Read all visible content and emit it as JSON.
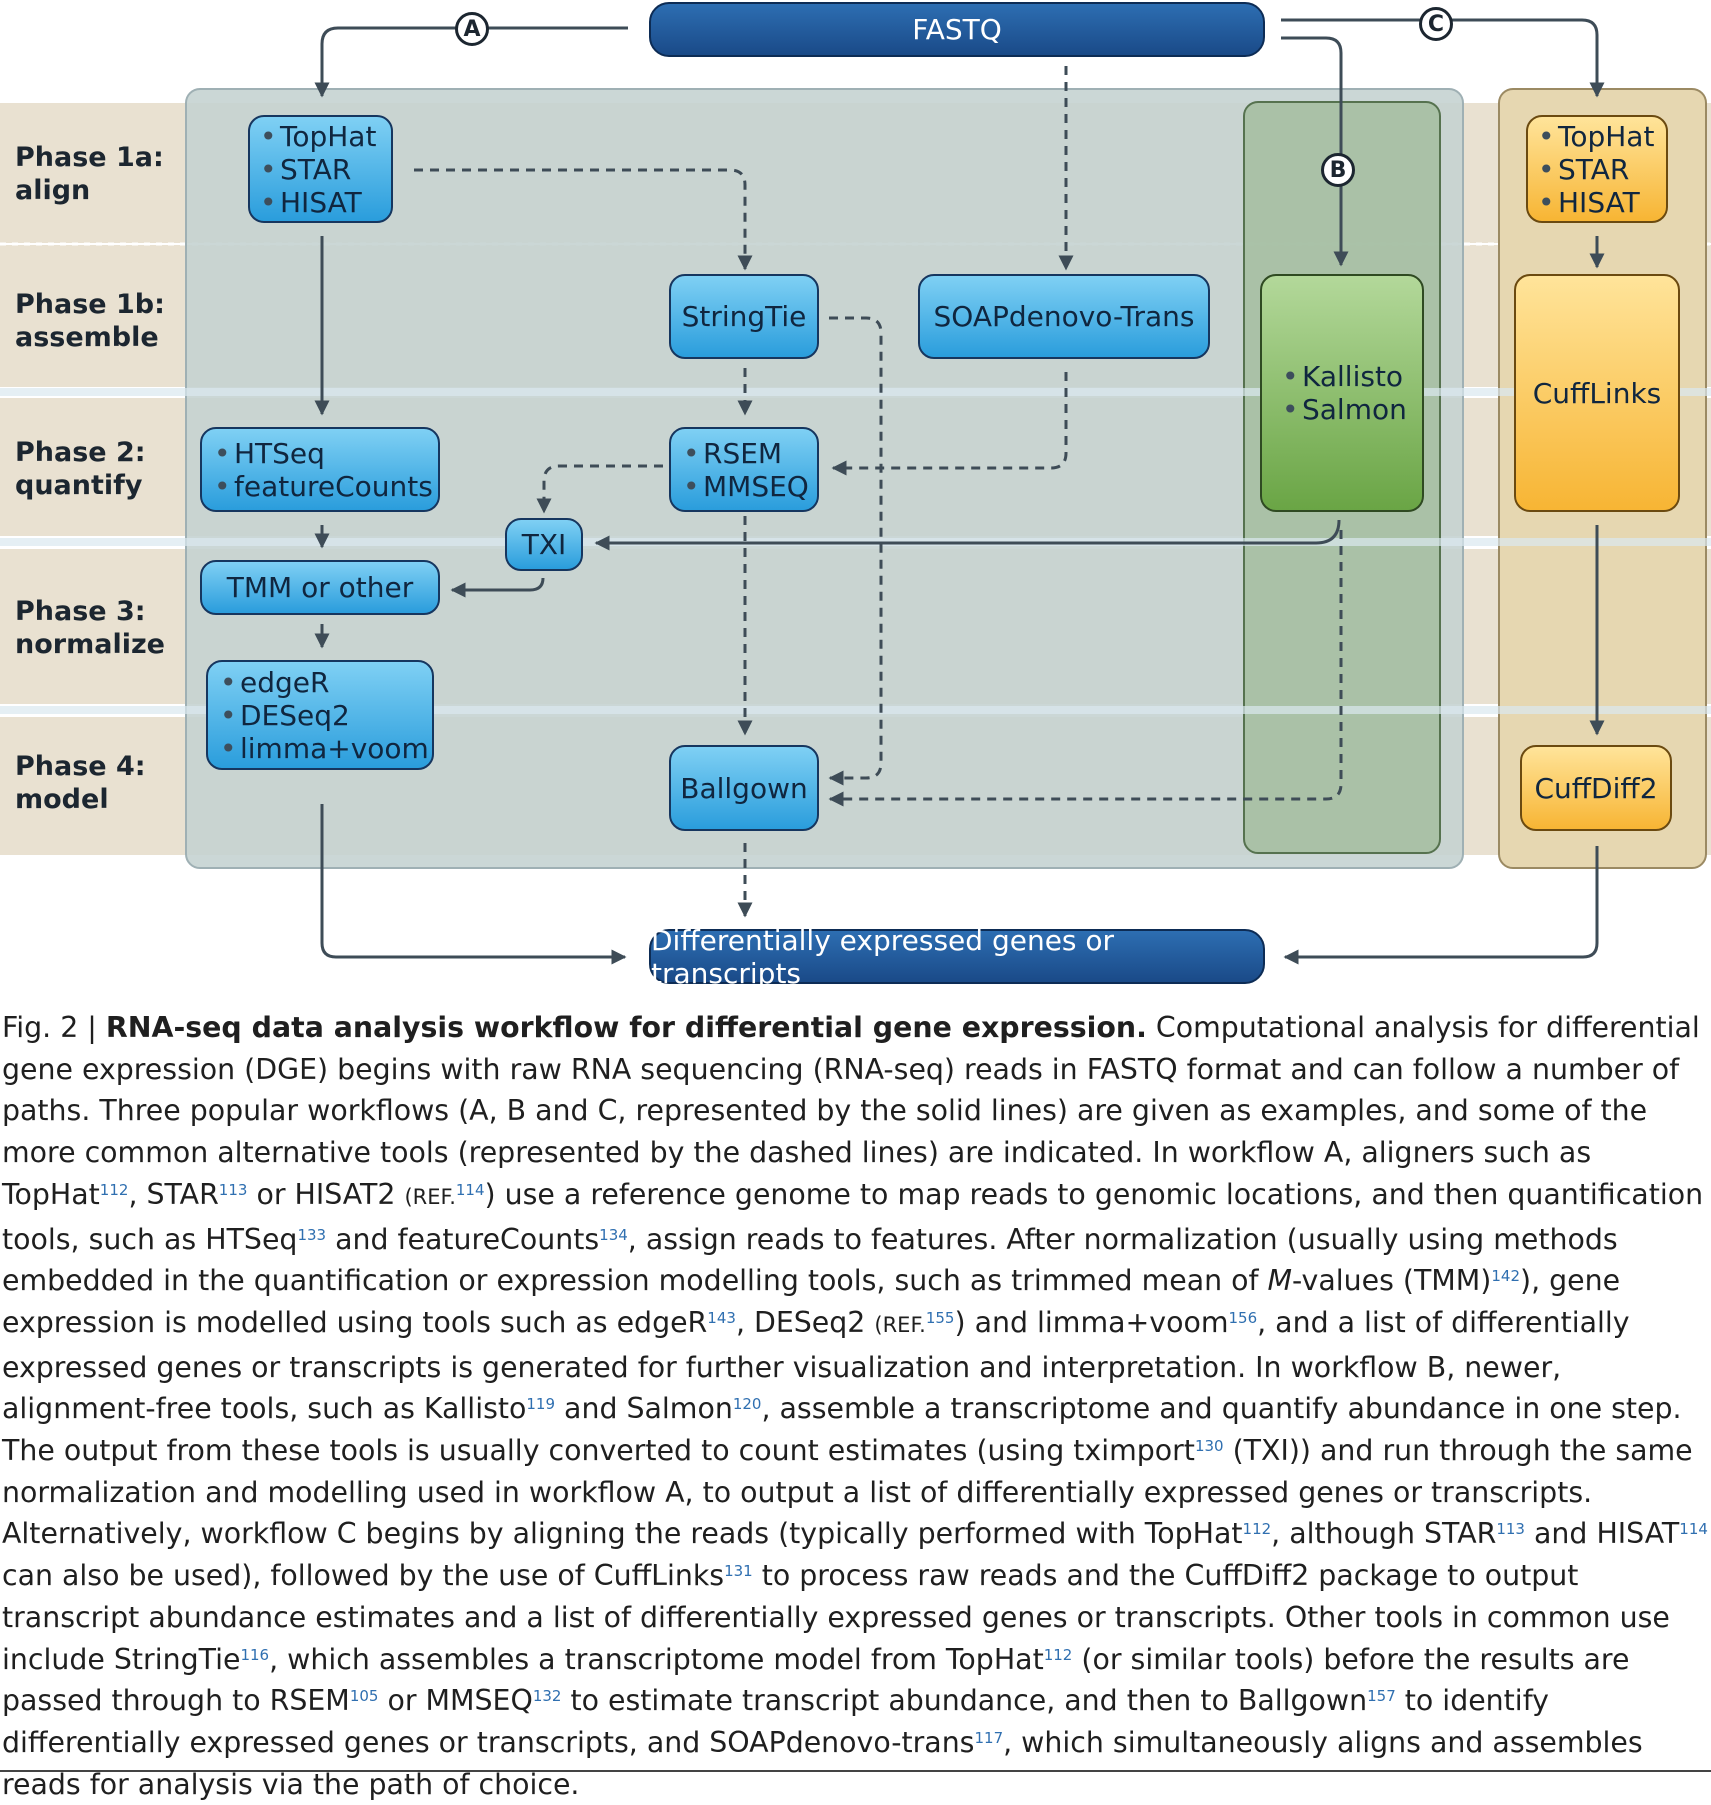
{
  "diagram": {
    "fastq": "FASTQ",
    "output": "Differentially expressed genes or transcripts",
    "phases": [
      {
        "title": "Phase 1a:",
        "sub": "align"
      },
      {
        "title": "Phase 1b:",
        "sub": "assemble"
      },
      {
        "title": "Phase 2:",
        "sub": "quantify"
      },
      {
        "title": "Phase 3:",
        "sub": "normalize"
      },
      {
        "title": "Phase 4:",
        "sub": "model"
      }
    ],
    "badges": {
      "a": "A",
      "b": "B",
      "c": "C"
    },
    "workflow_a": {
      "aligners": [
        "TopHat",
        "STAR",
        "HISAT"
      ],
      "quantify": [
        "HTSeq",
        "featureCounts"
      ],
      "txi": "TXI",
      "normalize": "TMM or other",
      "model": [
        "edgeR",
        "DESeq2",
        "limma+voom"
      ]
    },
    "alternatives": {
      "stringtie": "StringTie",
      "soapdenovo": "SOAPdenovo-Trans",
      "quantify": [
        "RSEM",
        "MMSEQ"
      ],
      "ballgown": "Ballgown"
    },
    "workflow_b": {
      "tools": [
        "Kallisto",
        "Salmon"
      ]
    },
    "workflow_c": {
      "aligners": [
        "TopHat",
        "STAR",
        "HISAT"
      ],
      "cufflinks": "CuffLinks",
      "cuffdiff": "CuffDiff2"
    },
    "colors": {
      "band": "#e9e1d1",
      "panel_a": "#c6d2d0",
      "panel_b": "#9cb89a",
      "panel_c": "#e8d8b0",
      "node_blue": "#2a9ddc",
      "node_green": "#6aa545",
      "node_orange": "#f7b534",
      "pill": "#1a4a88",
      "line": "#3e4c57"
    }
  },
  "caption": {
    "fig": "Fig. 2 | ",
    "title": "RNA-seq data analysis workflow for differential gene expression.",
    "text1": " Computational analysis for differential gene expression (DGE) begins with raw RNA sequencing (RNA-seq) reads in FASTQ format and can follow a number of paths. Three popular workflows (A, B and C, represented by the solid lines) are given as examples, and some of the more common alternative tools (represented by the dashed lines) are indicated. In workflow A, aligners such as TopHat",
    "r112a": "112",
    "text2": ", STAR",
    "r113a": "113",
    "text3": " or HISAT2 ",
    "ref114": "(REF.",
    "r114": "114",
    "text4": ") use a reference genome to map reads to genomic locations, and then quantification tools, such as HTSeq",
    "r133": "133",
    "text5": " and featureCounts",
    "r134": "134",
    "text6": ", assign reads to features. After normalization (usually using methods embedded in the quantification or expression modelling tools, such as trimmed mean of ",
    "mvar": "M",
    "text7": "-values (TMM)",
    "r142": "142",
    "text8": "), gene expression is modelled using tools such as edgeR",
    "r143": "143",
    "text9": ", DESeq2 ",
    "ref155": "(REF.",
    "r155": "155",
    "text10": ") and limma+voom",
    "r156": "156",
    "text11": ", and a list of differentially expressed genes or transcripts is generated for further visualization and interpretation. In workflow B, newer, alignment-free tools, such as Kallisto",
    "r119": "119",
    "text12": " and Salmon",
    "r120": "120",
    "text13": ", assemble a transcriptome and quantify abundance in one step. The output from these tools is usually converted to count estimates (using tximport",
    "r130": "130",
    "text14": " (TXI)) and run through the same normalization and modelling used in workflow A, to output a list of differentially expressed genes or transcripts. Alternatively, workflow C begins by aligning the reads (typically performed with TopHat",
    "r112b": "112",
    "text15": ", although STAR",
    "r113b": "113",
    "text16": " and HISAT",
    "r114b": "114",
    "text17": " can also be used), followed by the use of CuffLinks",
    "r131": "131",
    "text18": " to process raw reads and the CuffDiff2 package to output transcript abundance estimates and a list of differentially expressed genes or transcripts. Other tools in common use include StringTie",
    "r116": "116",
    "text19": ", which assembles a transcriptome model from TopHat",
    "r112c": "112",
    "text20": " (or similar tools) before the results are passed through to RSEM",
    "r105": "105",
    "text21": " or MMSEQ",
    "r132": "132",
    "text22": " to estimate transcript abundance, and then to Ballgown",
    "r157": "157",
    "text23": " to identify differentially expressed genes or transcripts, and SOAPdenovo-trans",
    "r117": "117",
    "text24": ", which simultaneously aligns and assembles reads for analysis via the path of choice."
  }
}
